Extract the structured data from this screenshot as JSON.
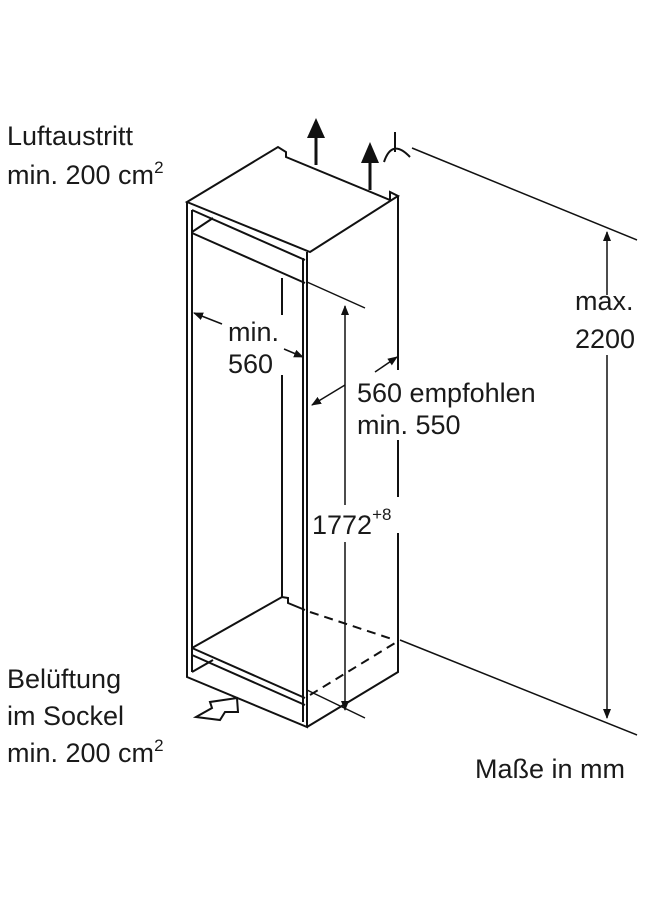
{
  "air_outlet": {
    "line1": "Luftaustritt",
    "line2": "min. 200 cm",
    "sup": "2"
  },
  "ventilation": {
    "line1": "Belüftung",
    "line2": "im Sockel",
    "line3": "min. 200 cm",
    "sup": "2"
  },
  "max_height": {
    "line1": "max.",
    "line2": "2200"
  },
  "min_width": {
    "line1": "min.",
    "line2": "560"
  },
  "depth": {
    "line1": "560 empfohlen",
    "line2": "min. 550"
  },
  "niche_height": {
    "value": "1772",
    "tolerance": "+8"
  },
  "units_note": "Maße in mm"
}
